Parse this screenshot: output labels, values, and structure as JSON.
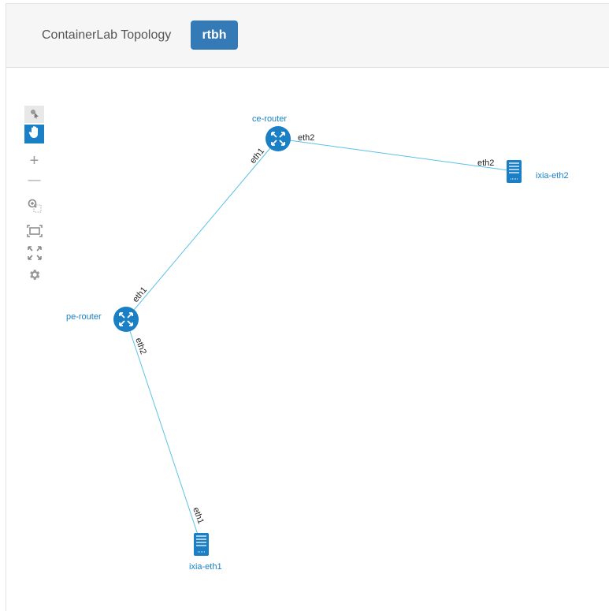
{
  "header": {
    "title": "ContainerLab Topology",
    "lab_name": "rtbh"
  },
  "toolbar": {
    "items": [
      {
        "name": "select-mode",
        "icon": "pointer-select-icon"
      },
      {
        "name": "pan-mode",
        "icon": "hand-icon",
        "active": true
      },
      {
        "name": "zoom-in",
        "icon": "plus-icon",
        "glyph": "+"
      },
      {
        "name": "zoom-out",
        "icon": "minus-icon",
        "glyph": "—"
      },
      {
        "name": "zoom-selection",
        "icon": "zoom-region-icon"
      },
      {
        "name": "fit",
        "icon": "fit-frame-icon"
      },
      {
        "name": "fullscreen",
        "icon": "fullscreen-icon"
      },
      {
        "name": "settings",
        "icon": "gear-icon"
      }
    ]
  },
  "topology": {
    "nodes": [
      {
        "id": "ce-router",
        "label": "ce-router",
        "type": "router"
      },
      {
        "id": "ixia-eth2",
        "label": "ixia-eth2",
        "type": "server"
      },
      {
        "id": "pe-router",
        "label": "pe-router",
        "type": "router"
      },
      {
        "id": "ixia-eth1",
        "label": "ixia-eth1",
        "type": "server"
      }
    ],
    "links": [
      {
        "source": "pe-router",
        "target": "ce-router",
        "source_iface": "eth1",
        "target_iface": "eth1"
      },
      {
        "source": "ce-router",
        "target": "ixia-eth2",
        "source_iface": "eth2",
        "target_iface": "eth2"
      },
      {
        "source": "pe-router",
        "target": "ixia-eth1",
        "source_iface": "eth2",
        "target_iface": "eth1"
      }
    ]
  },
  "colors": {
    "accent": "#337ab7",
    "node": "#1a7fc4",
    "link": "#5bc0e8",
    "active_tool": "#1a7fc4"
  }
}
